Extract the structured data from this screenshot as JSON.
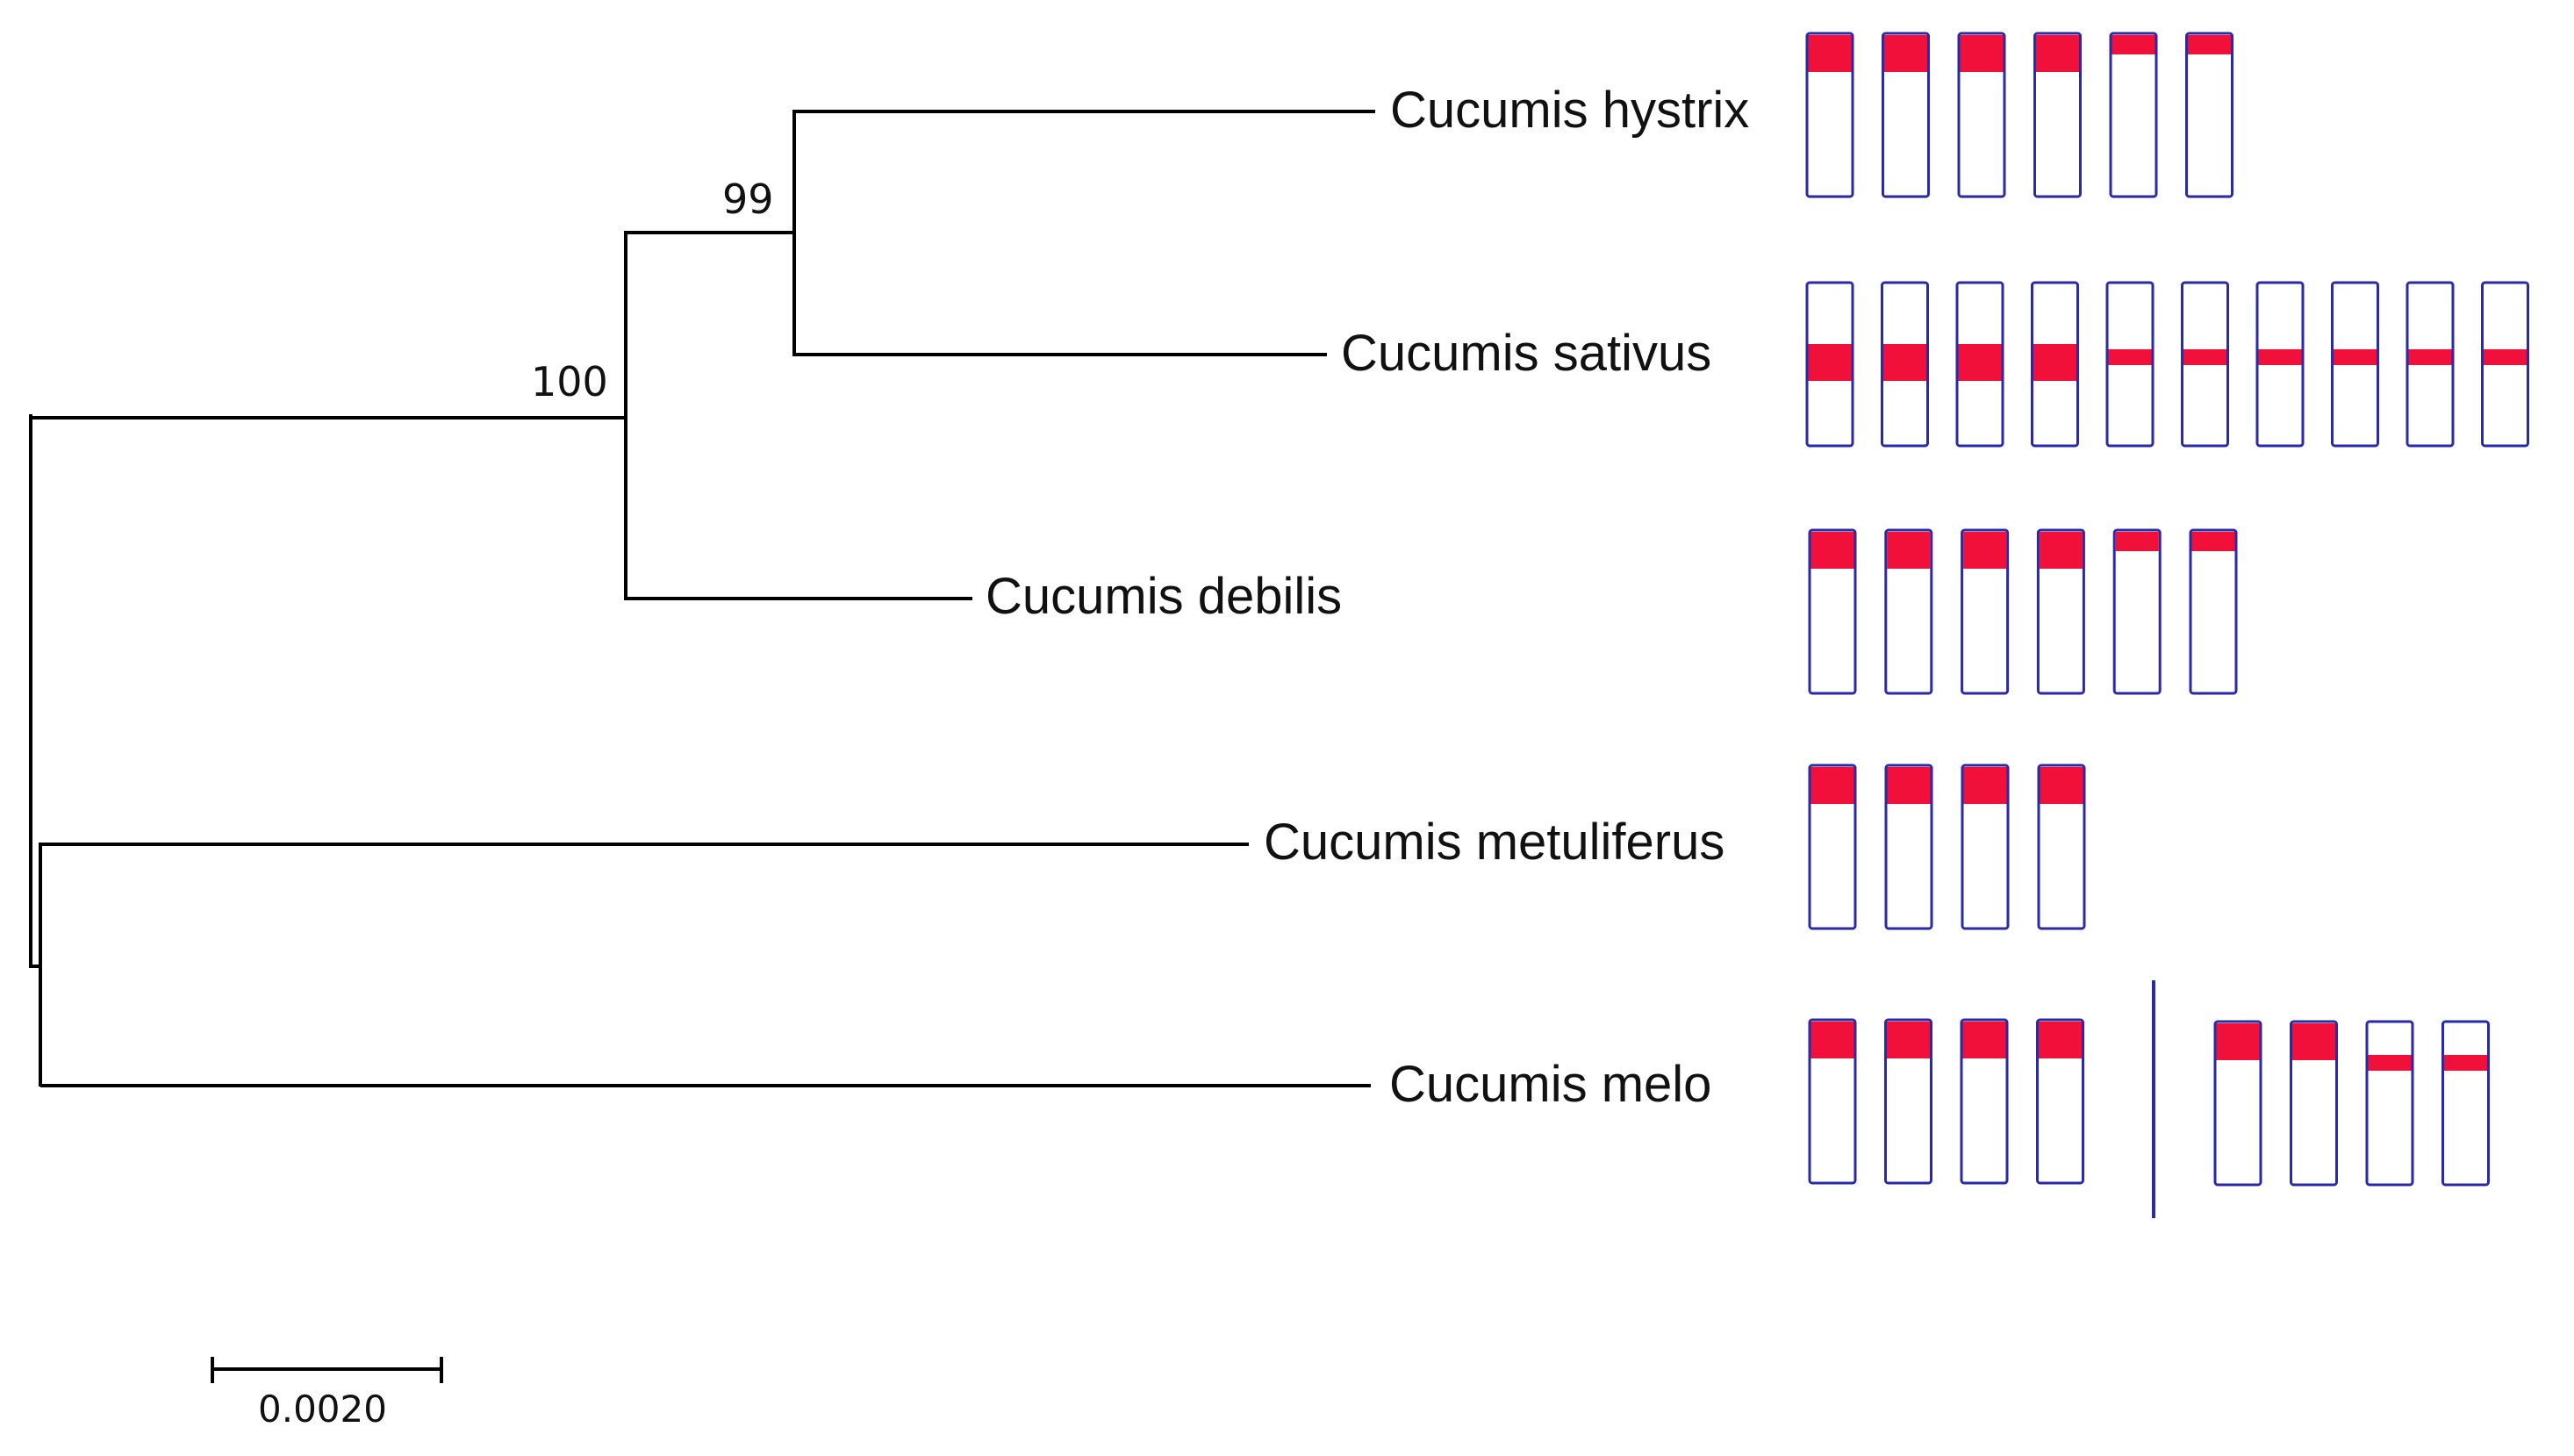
{
  "tree": {
    "taxa": [
      {
        "id": "hystrix",
        "label": "Cucumis hystrix"
      },
      {
        "id": "sativus",
        "label": "Cucumis sativus"
      },
      {
        "id": "debilis",
        "label": "Cucumis debilis"
      },
      {
        "id": "metuliferus",
        "label": "Cucumis metuliferus"
      },
      {
        "id": "melo",
        "label": "Cucumis melo"
      }
    ],
    "support_values": {
      "hystrix_sativus": "99",
      "hystrix_sativus_debilis": "100"
    },
    "scale_bar": {
      "label": "0.0020"
    }
  },
  "colors": {
    "branch": "#000000",
    "chromosome_outline": "#2a2aa8",
    "signal": "#f0103a"
  },
  "chromosomes": {
    "hystrix": [
      {
        "signal": "large",
        "signal_pos": "top"
      },
      {
        "signal": "large",
        "signal_pos": "top"
      },
      {
        "signal": "large",
        "signal_pos": "top"
      },
      {
        "signal": "large",
        "signal_pos": "top"
      },
      {
        "signal": "small",
        "signal_pos": "top"
      },
      {
        "signal": "small",
        "signal_pos": "top"
      }
    ],
    "sativus": [
      {
        "signal": "large",
        "signal_pos": "middle"
      },
      {
        "signal": "large",
        "signal_pos": "middle"
      },
      {
        "signal": "large",
        "signal_pos": "middle"
      },
      {
        "signal": "large",
        "signal_pos": "middle"
      },
      {
        "signal": "small",
        "signal_pos": "middle"
      },
      {
        "signal": "small",
        "signal_pos": "middle"
      },
      {
        "signal": "small",
        "signal_pos": "middle"
      },
      {
        "signal": "small",
        "signal_pos": "middle"
      },
      {
        "signal": "small",
        "signal_pos": "middle"
      },
      {
        "signal": "small",
        "signal_pos": "middle"
      }
    ],
    "debilis": [
      {
        "signal": "large",
        "signal_pos": "top"
      },
      {
        "signal": "large",
        "signal_pos": "top"
      },
      {
        "signal": "large",
        "signal_pos": "top"
      },
      {
        "signal": "large",
        "signal_pos": "top"
      },
      {
        "signal": "small",
        "signal_pos": "top"
      },
      {
        "signal": "small",
        "signal_pos": "top"
      }
    ],
    "metuliferus": [
      {
        "signal": "large",
        "signal_pos": "top"
      },
      {
        "signal": "large",
        "signal_pos": "top"
      },
      {
        "signal": "large",
        "signal_pos": "top"
      },
      {
        "signal": "large",
        "signal_pos": "top"
      }
    ],
    "melo_group1": [
      {
        "signal": "large",
        "signal_pos": "top"
      },
      {
        "signal": "large",
        "signal_pos": "top"
      },
      {
        "signal": "large",
        "signal_pos": "top"
      },
      {
        "signal": "large",
        "signal_pos": "top"
      }
    ],
    "melo_group2": [
      {
        "signal": "large",
        "signal_pos": "top"
      },
      {
        "signal": "large",
        "signal_pos": "top"
      },
      {
        "signal": "small",
        "signal_pos": "upper-middle"
      },
      {
        "signal": "small",
        "signal_pos": "upper-middle"
      }
    ]
  }
}
